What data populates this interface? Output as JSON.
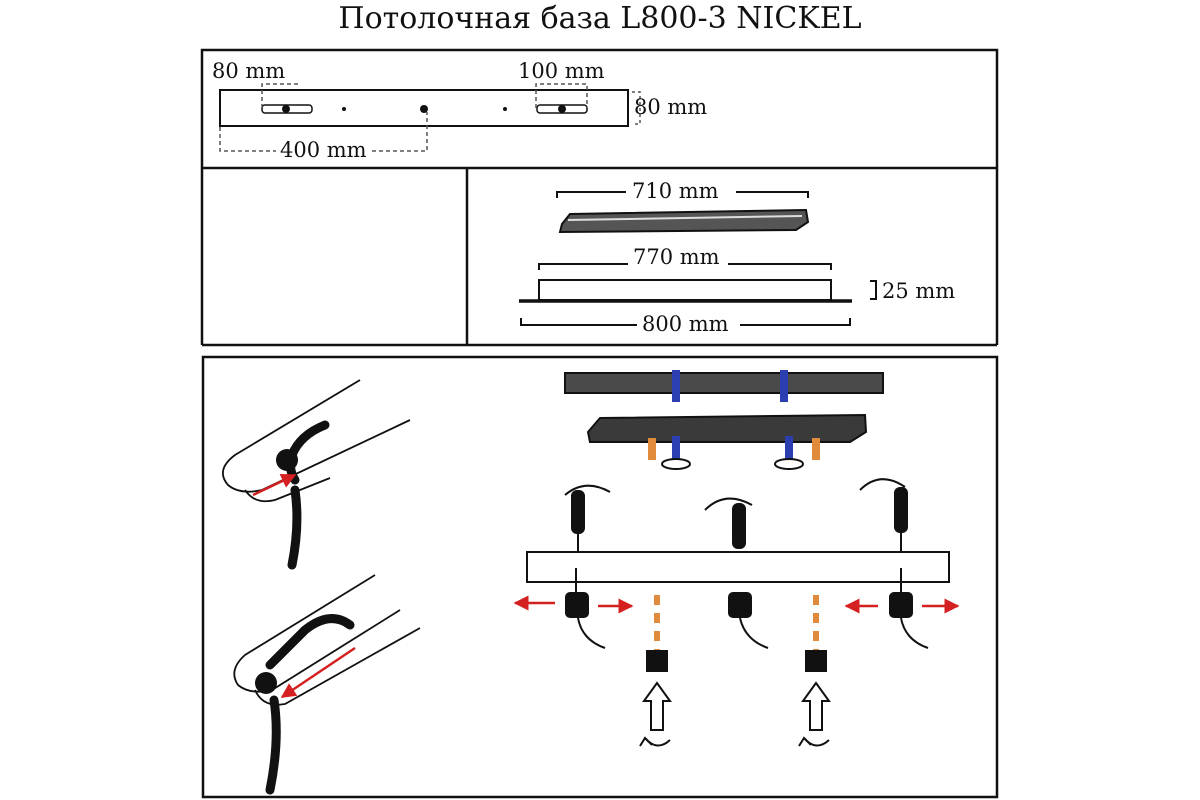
{
  "title": "Потолочная база L800-3 NICKEL",
  "dimensions": {
    "top_left_offset": "80 mm",
    "top_right_offset": "100 mm",
    "plate_depth": "80 mm",
    "hole_spacing": "400 mm",
    "cover_length": "710 mm",
    "inner_length": "770 mm",
    "height": "25 mm",
    "total_length": "800 mm"
  },
  "colors": {
    "line": "#111111",
    "arrow_red": "#d42020",
    "screw_blue": "#2b3fb0",
    "spacer_orange": "#e08a3c"
  }
}
